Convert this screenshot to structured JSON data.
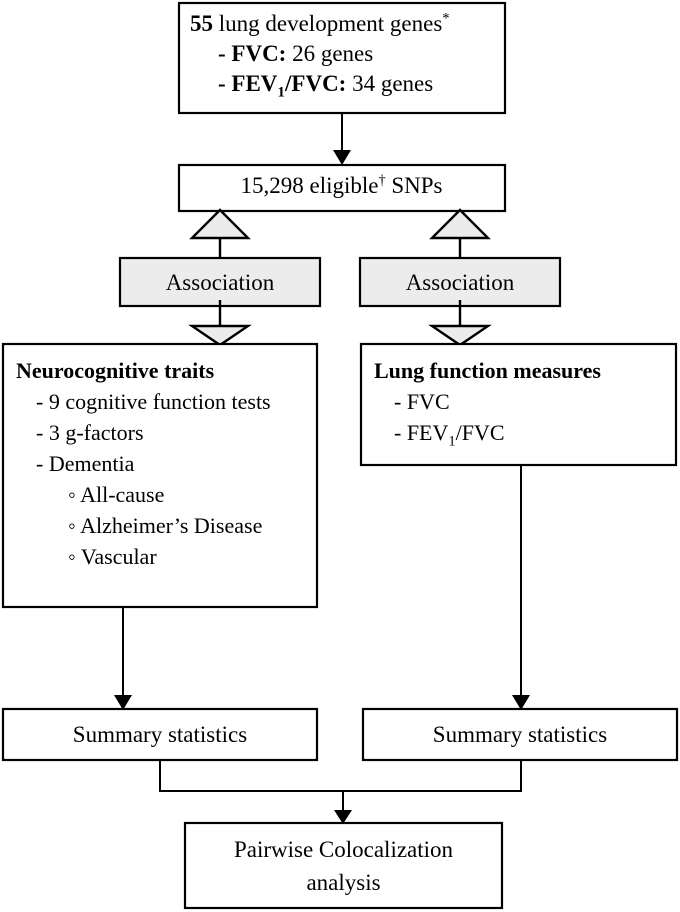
{
  "diagram": {
    "title": "Study design flowchart",
    "colors": {
      "box_fill": "#ffffff",
      "box_stroke": "#000000",
      "association_fill": "#ececec",
      "arrow_fill": "#ececec",
      "text": "#000000"
    },
    "nodes": {
      "genes": {
        "name": "lung-development-genes-box",
        "line1_count": "55",
        "line1_text": " lung development genes",
        "line1_superscript": "*",
        "line2_label": "- FVC:",
        "line2_value": " 26 genes",
        "line3_label_a": "- FEV",
        "line3_label_sub": "1",
        "line3_label_b": "/FVC:",
        "line3_value": " 34 genes"
      },
      "snps": {
        "name": "eligible-snps-box",
        "text_a": "15,298 eligible",
        "superscript": "†",
        "text_b": " SNPs"
      },
      "association_left": {
        "name": "association-left-box",
        "label": "Association"
      },
      "association_right": {
        "name": "association-right-box",
        "label": "Association"
      },
      "neurocognitive": {
        "name": "neurocognitive-traits-box",
        "heading": "Neurocognitive traits",
        "items": [
          "- 9 cognitive function tests",
          "- 3 g-factors",
          "- Dementia"
        ],
        "subitems": [
          "◦ All-cause",
          "◦ Alzheimer’s Disease",
          "◦ Vascular"
        ]
      },
      "lung_function": {
        "name": "lung-function-measures-box",
        "heading": "Lung function measures",
        "item1": "- FVC",
        "item2_a": "- FEV",
        "item2_sub": "1",
        "item2_b": "/FVC"
      },
      "summary_left": {
        "name": "summary-statistics-left-box",
        "label": "Summary statistics"
      },
      "summary_right": {
        "name": "summary-statistics-right-box",
        "label": "Summary statistics"
      },
      "final": {
        "name": "pairwise-colocalization-box",
        "line1": "Pairwise Colocalization",
        "line2": "analysis"
      }
    }
  }
}
